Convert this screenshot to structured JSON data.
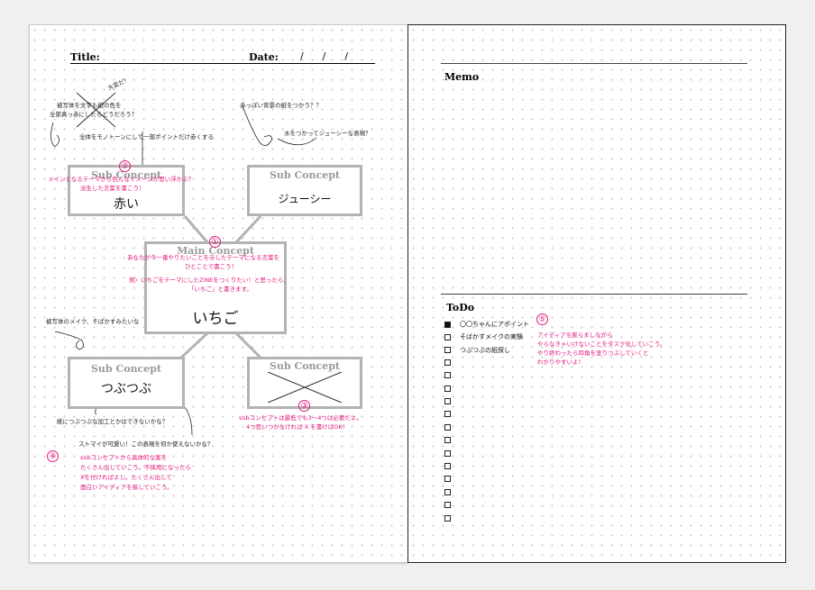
{
  "left_page": {
    "title_label": "Title:",
    "date_label": "Date:",
    "date_slashes": "/      /      /",
    "main_concept": {
      "title": "Main Concept",
      "num": "①",
      "hint_line1": "あなたが今一番やりたいことを示したテーマになる言葉を",
      "hint_line2": "ひとことで書こう！",
      "example_line1": "例）いちごをテーマにしたZINEをつくりたい！と思ったら、",
      "example_line2": "「いちご」と書きます。",
      "value": "いちご"
    },
    "sub_concepts": [
      {
        "title": "Sub Concept",
        "value": "赤い"
      },
      {
        "title": "Sub Concept",
        "value": "ジューシー"
      },
      {
        "title": "Sub Concept",
        "value": "つぶつぶ"
      },
      {
        "title": "Sub Concept",
        "value": ""
      }
    ],
    "notes": {
      "tl_crossed": "被写体を文字も紙の色を",
      "tl_crossed2": "全部真っ赤にしたらどうだろう？",
      "tl_difficult": "大変だ！",
      "tl_mono": "全体をモノトーンにして一部ポイントだけ赤くする",
      "tr_1": "赤っぽい背景の紙をつかう？？",
      "tr_2": "水をつかってジューシーな表現？",
      "bl_1": "被写体のメイク、そばかすみたいな",
      "bl_2": "紙につぶつぶな加工とかはできないかな？",
      "bl_3": "ストマイが可愛い！この表現を何か使えないかな？"
    },
    "pink_2": {
      "num": "②",
      "line1": "メインとなるテーマから色んなイメージが思い浮かぶ？",
      "line2": "派生した言葉を書こう！"
    },
    "pink_3": {
      "num": "③",
      "line1": "subコンセプトは最低でも3〜4つは必要だよ。",
      "line2": "4つ思いつかなければ X を書けばOK！"
    },
    "pink_4": {
      "num": "④",
      "line1": "subコンセプトから具体的な案を",
      "line2": "たくさん出していこう。不採用になったら",
      "line3": "Xを付ければよし。たくさん出して",
      "line4": "面白いアイディアを探していこう。"
    }
  },
  "right_page": {
    "memo_label": "Memo",
    "todo_label": "ToDo",
    "todo_items": [
      "〇〇ちゃんにアポイント",
      "そばかすメイクの実験",
      "つぶつぶの紙探し",
      "",
      "",
      "",
      "",
      "",
      "",
      "",
      "",
      "",
      "",
      "",
      "",
      ""
    ],
    "pink_5": {
      "num": "⑤",
      "line1": "アイディアを膨らましながら",
      "line2": "やらなきゃいけないことをタスク化していこう。",
      "line3": "やり終わったら四角を塗りつぶしていくと",
      "line4": "わかりやすいよ！"
    }
  }
}
